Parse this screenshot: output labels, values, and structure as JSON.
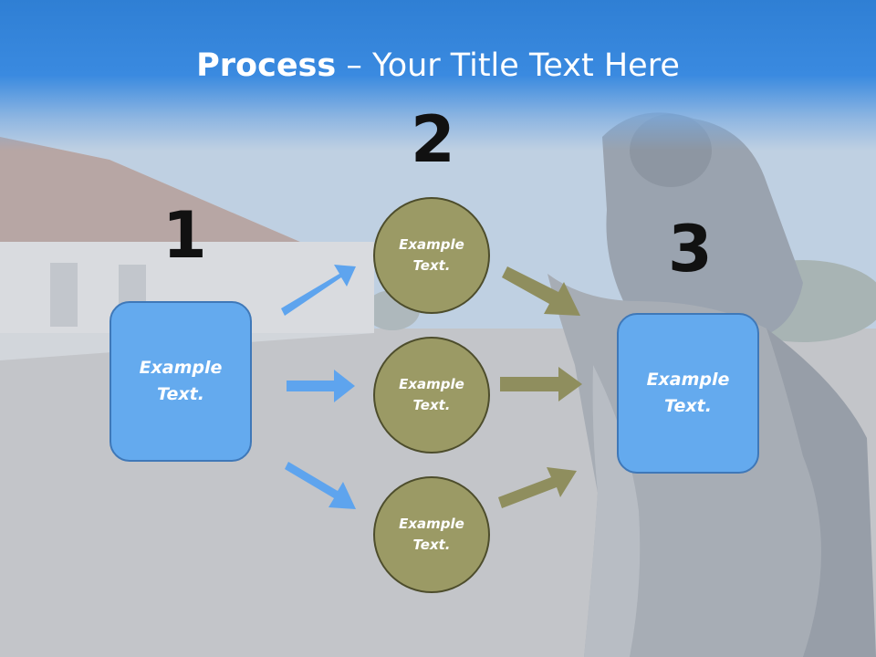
{
  "slide": {
    "title_strong": "Process",
    "title_rest": " – Your Title Text Here"
  },
  "steps": {
    "one": "1",
    "two": "2",
    "three": "3"
  },
  "nodes": {
    "left_box": "Example Text.",
    "circle_top": "Example Text.",
    "circle_middle": "Example Text.",
    "circle_bottom": "Example Text.",
    "right_box": "Example Text."
  },
  "colors": {
    "title_bar": "#2f7fd4",
    "box_fill": "#64aaee",
    "box_border": "#3f78b8",
    "circle_fill": "#9b9a65",
    "circle_border": "#4d4d2c",
    "blue_arrow": "#5ea4ee",
    "olive_arrow": "#8f8e5e"
  }
}
